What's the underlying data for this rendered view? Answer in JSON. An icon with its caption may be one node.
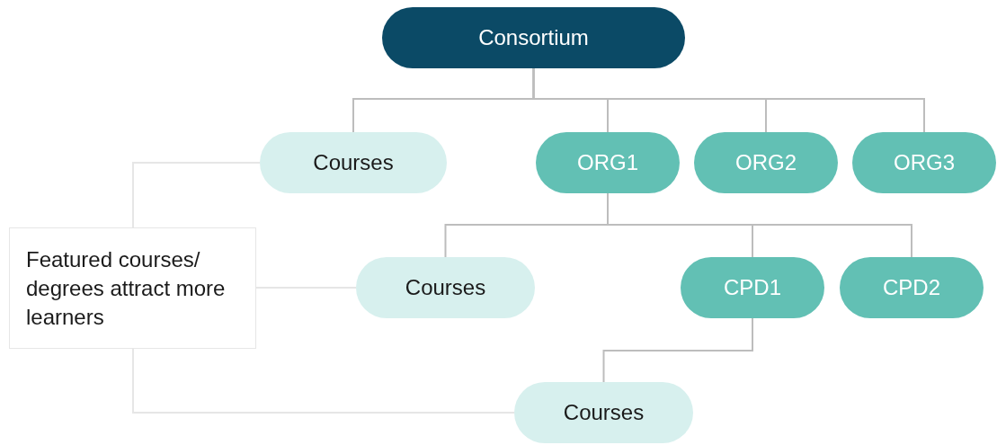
{
  "diagram": {
    "nodes": [
      {
        "text": [
          "Consortium"
        ]
      },
      {
        "text": [
          "Courses"
        ]
      },
      {
        "text": [
          "ORG1"
        ]
      },
      {
        "text": [
          "ORG2"
        ]
      },
      {
        "text": [
          "ORG3"
        ]
      },
      {
        "text": [
          "Featured courses/ degrees attract more learners"
        ]
      },
      {
        "text": [
          "Courses"
        ]
      },
      {
        "text": [
          "CPD1"
        ]
      },
      {
        "text": [
          "CPD2"
        ]
      },
      {
        "text": [
          "Courses"
        ]
      }
    ],
    "edges": [
      {
        "from": 0,
        "to": 1,
        "arrow": "none"
      },
      {
        "from": 0,
        "to": 2,
        "arrow": "none"
      },
      {
        "from": 0,
        "to": 3,
        "arrow": "none"
      },
      {
        "from": 0,
        "to": 4,
        "arrow": "none"
      },
      {
        "from": 2,
        "to": 6,
        "arrow": "none"
      },
      {
        "from": 2,
        "to": 7,
        "arrow": "none"
      },
      {
        "from": 2,
        "to": 8,
        "arrow": "none"
      },
      {
        "from": 7,
        "to": 9,
        "arrow": "none"
      },
      {
        "from": 5,
        "to": 1,
        "arrow": "none",
        "color": "#e6e6e6"
      },
      {
        "from": 5,
        "to": 6,
        "arrow": "none",
        "color": "#e6e6e6"
      },
      {
        "from": 5,
        "to": 9,
        "arrow": "none",
        "color": "#e6e6e6"
      }
    ]
  }
}
